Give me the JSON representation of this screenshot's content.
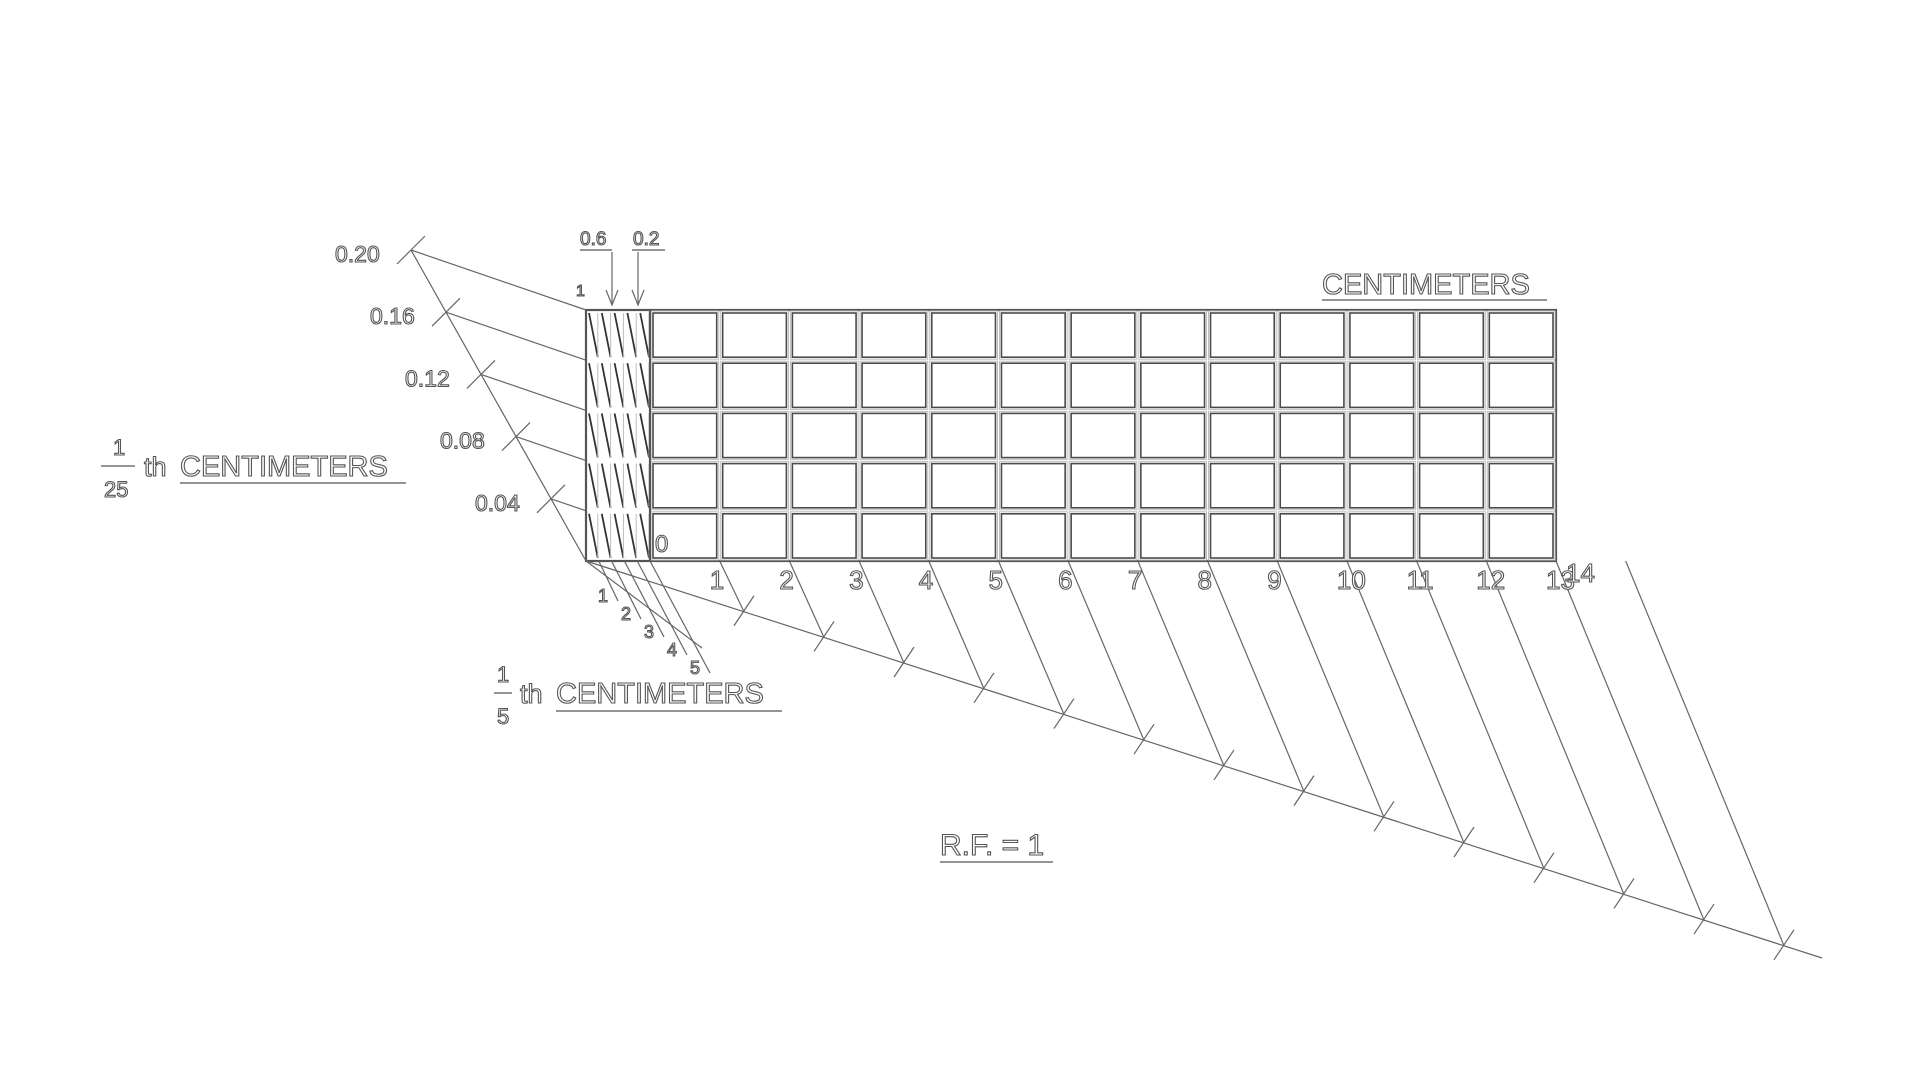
{
  "title": "",
  "units_label": "CENTIMETERS",
  "main_scale": {
    "divisions": [
      "0",
      "1",
      "2",
      "3",
      "4",
      "5",
      "6",
      "7",
      "8",
      "9",
      "10",
      "11",
      "12",
      "13",
      "14"
    ],
    "rows": 5
  },
  "fifth_scale": {
    "fraction_numerator": "1",
    "fraction_denominator": "5",
    "suffix": "th",
    "label": "CENTIMETERS",
    "subdivisions": [
      "1",
      "2",
      "3",
      "4",
      "5"
    ],
    "top_mark": "1"
  },
  "diagonal_scale": {
    "fraction_numerator": "1",
    "fraction_denominator": "25",
    "suffix": "th",
    "label": "CENTIMETERS",
    "readings": [
      "0.20",
      "0.16",
      "0.12",
      "0.08",
      "0.04"
    ]
  },
  "callouts": {
    "left": "0.6",
    "right": "0.2"
  },
  "representative_fraction": "R.F. = 1"
}
